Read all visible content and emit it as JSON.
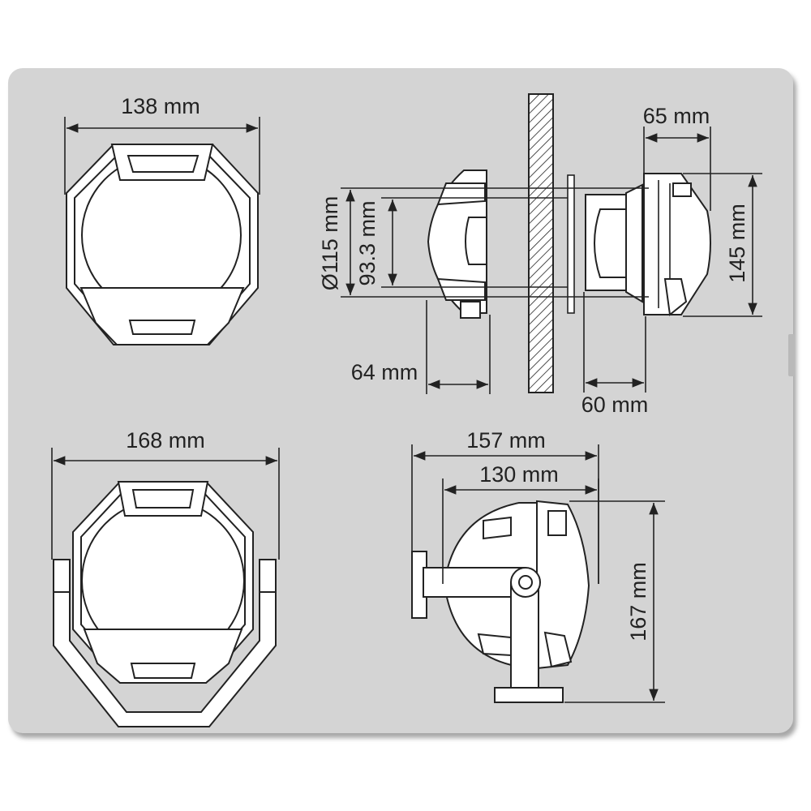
{
  "dimensions": {
    "front_width": "138 mm",
    "flush_lamp_diameter": "Ø115 mm",
    "cutout_diameter": "93.3 mm",
    "behind_depth": "64 mm",
    "front_depth": "65 mm",
    "front_height": "145 mm",
    "front_protrusion": "60 mm",
    "bracket_width": "168 mm",
    "bracket_side_depth_total": "157 mm",
    "bracket_side_depth_body": "130 mm",
    "bracket_height": "167 mm"
  }
}
